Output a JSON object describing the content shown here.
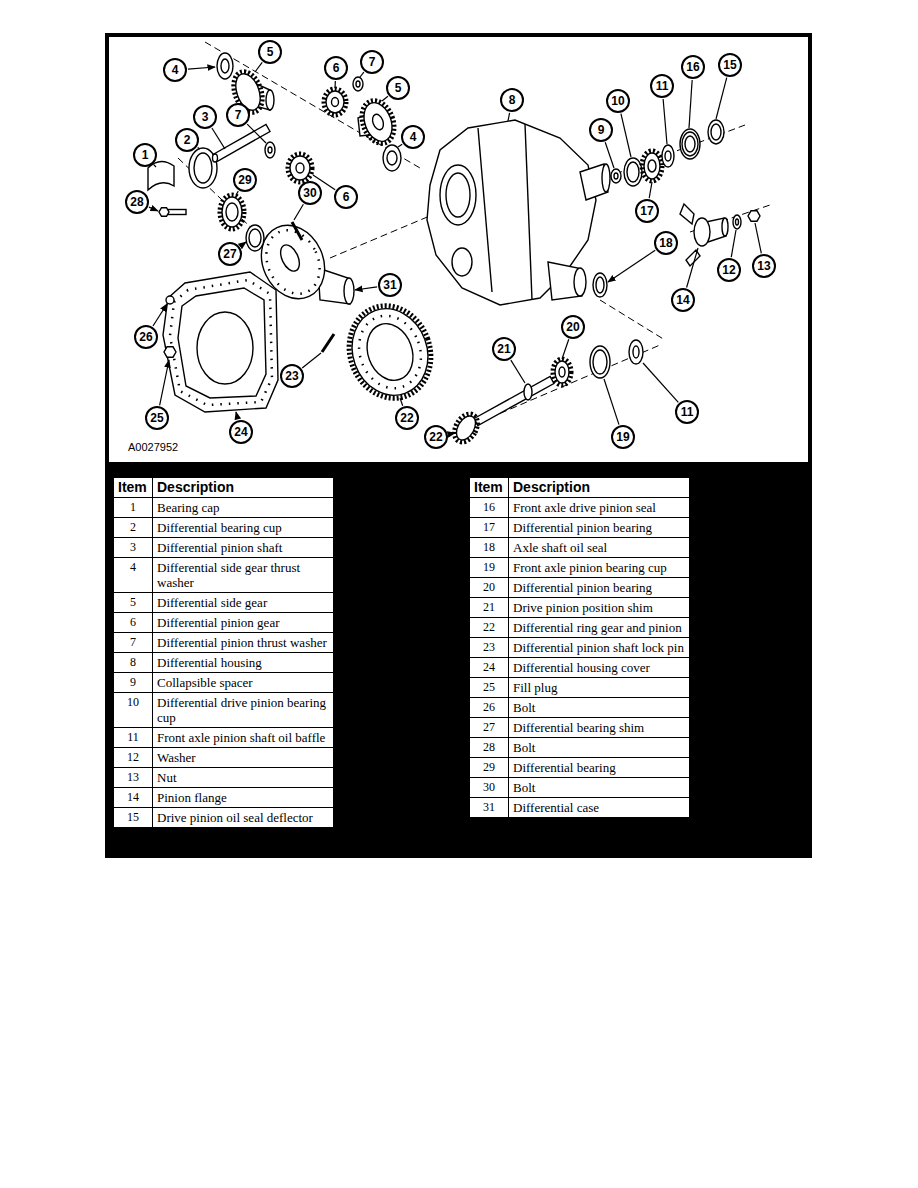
{
  "diagram": {
    "nodes": [
      {
        "text": [
          "4"
        ]
      },
      {
        "text": [
          "5"
        ]
      },
      {
        "text": [
          "6"
        ]
      },
      {
        "text": [
          "7"
        ]
      },
      {
        "text": [
          "5"
        ]
      },
      {
        "text": [
          "8"
        ]
      },
      {
        "text": [
          "10"
        ]
      },
      {
        "text": [
          "11"
        ]
      },
      {
        "text": [
          "16"
        ]
      },
      {
        "text": [
          "15"
        ]
      },
      {
        "text": [
          "3"
        ]
      },
      {
        "text": [
          "7"
        ]
      },
      {
        "text": [
          "9"
        ]
      },
      {
        "text": [
          "4"
        ]
      },
      {
        "text": [
          "1"
        ]
      },
      {
        "text": [
          "2"
        ]
      },
      {
        "text": [
          "29"
        ]
      },
      {
        "text": [
          "30"
        ]
      },
      {
        "text": [
          "6"
        ]
      },
      {
        "text": [
          "28"
        ]
      },
      {
        "text": [
          "17"
        ]
      },
      {
        "text": [
          "18"
        ]
      },
      {
        "text": [
          "27"
        ]
      },
      {
        "text": [
          "13"
        ]
      },
      {
        "text": [
          "12"
        ]
      },
      {
        "text": [
          "31"
        ]
      },
      {
        "text": [
          "14"
        ]
      },
      {
        "text": [
          "20"
        ]
      },
      {
        "text": [
          "26"
        ]
      },
      {
        "text": [
          "21"
        ]
      },
      {
        "text": [
          "23"
        ]
      },
      {
        "text": [
          "22"
        ]
      },
      {
        "text": [
          "11"
        ]
      },
      {
        "text": [
          "25"
        ]
      },
      {
        "text": [
          "24"
        ]
      },
      {
        "text": [
          "22"
        ]
      },
      {
        "text": [
          "19"
        ]
      }
    ],
    "labels": [
      "A0027952",
      "Item",
      "Description",
      "1",
      "Bearing cap",
      "2",
      "Differential bearing cup",
      "3",
      "Differential pinion shaft",
      "4",
      "Differential side gear thrust washer",
      "5",
      "Differential side gear",
      "6",
      "Differential pinion gear",
      "7",
      "Differential pinion thrust washer",
      "8",
      "Differential housing",
      "9",
      "Collapsible spacer",
      "10",
      "Differential drive pinion bearing cup",
      "11",
      "Front axle pinion shaft oil baffle",
      "12",
      "Washer",
      "13",
      "Nut",
      "14",
      "Pinion flange",
      "15",
      "Drive pinion oil seal deflector",
      "Item",
      "Description",
      "16",
      "Front axle drive pinion seal",
      "17",
      "Differential pinion bearing",
      "18",
      "Axle shaft oil seal",
      "19",
      "Front axle pinion bearing cup",
      "20",
      "Differential pinion bearing",
      "21",
      "Drive pinion position shim",
      "22",
      "Differential ring gear and pinion",
      "23",
      "Differential pinion shaft lock pin",
      "24",
      "Differential housing cover",
      "25",
      "Fill plug",
      "26",
      "Bolt",
      "27",
      "Differential bearing shim",
      "28",
      "Bolt",
      "29",
      "Differential bearing",
      "30",
      "Bolt",
      "31",
      "Differential case"
    ]
  }
}
